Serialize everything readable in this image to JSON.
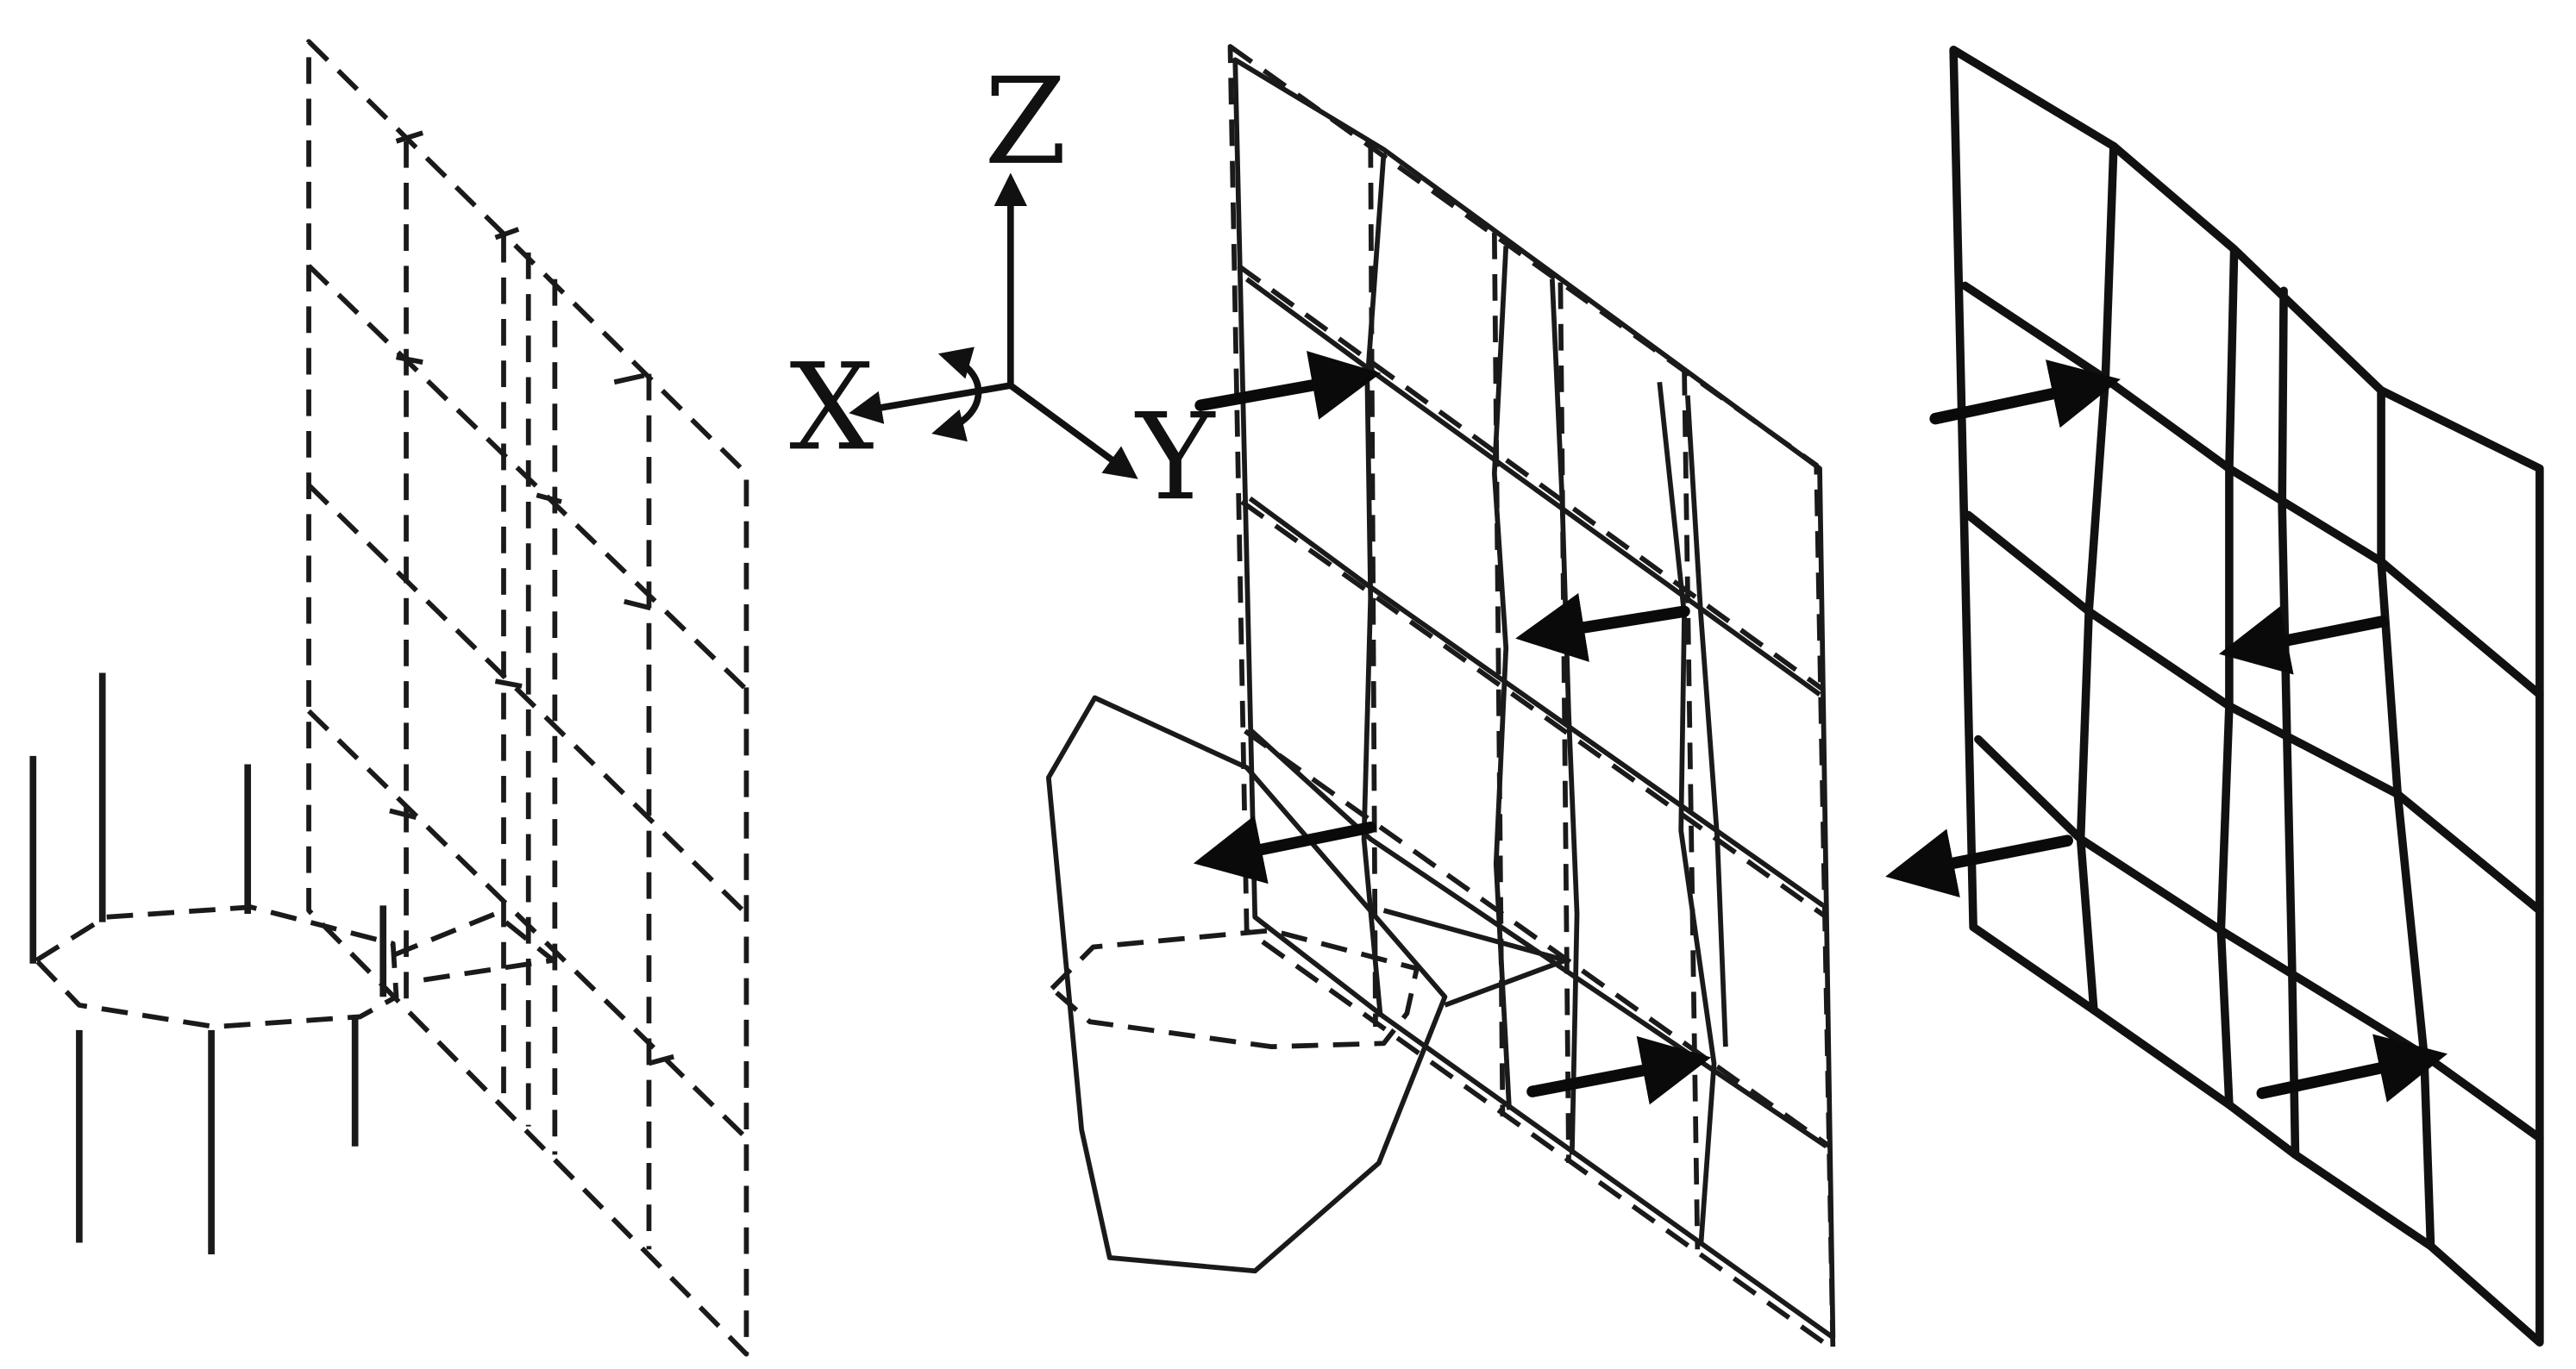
{
  "figure": {
    "axes": {
      "z_label": "Z",
      "x_label": "X",
      "y_label": "Y"
    },
    "colors": {
      "stroke": "#111111",
      "background": "#ffffff"
    },
    "panels": [
      {
        "id": "undeformed-mesh",
        "line_style": "dashed"
      },
      {
        "id": "deformed-overlay",
        "line_style": "dashed-and-solid"
      },
      {
        "id": "deformed-mesh",
        "line_style": "solid"
      }
    ],
    "icons": [
      "rotation-arrow-icon",
      "force-arrow-icon"
    ]
  }
}
